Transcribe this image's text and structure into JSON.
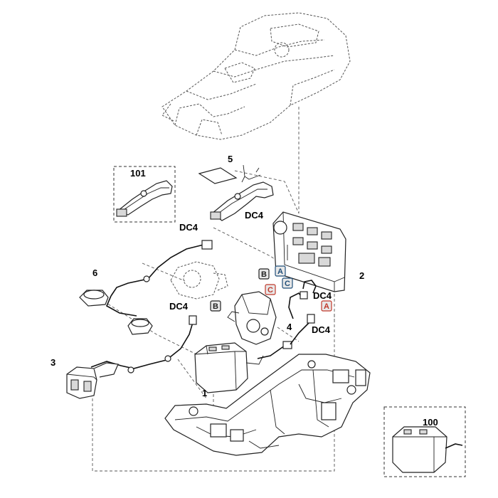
{
  "labels": {
    "part_1": "1",
    "part_2": "2",
    "part_3": "3",
    "part_4": "4",
    "part_5": "5",
    "part_6": "6",
    "part_100": "100",
    "part_101": "101",
    "dc4_a": "DC4",
    "dc4_b": "DC4",
    "dc4_c": "DC4",
    "dc4_d": "DC4",
    "dc4_e": "DC4"
  },
  "connector_markers": {
    "a1": "A",
    "a2": "A",
    "b1": "B",
    "b2": "B",
    "c1": "C",
    "c2": "C"
  },
  "colors": {
    "marker_a": "#1f4e79",
    "marker_b": "#222222",
    "marker_c": "#c0392b",
    "marker_bg": "#e8e8e8"
  }
}
